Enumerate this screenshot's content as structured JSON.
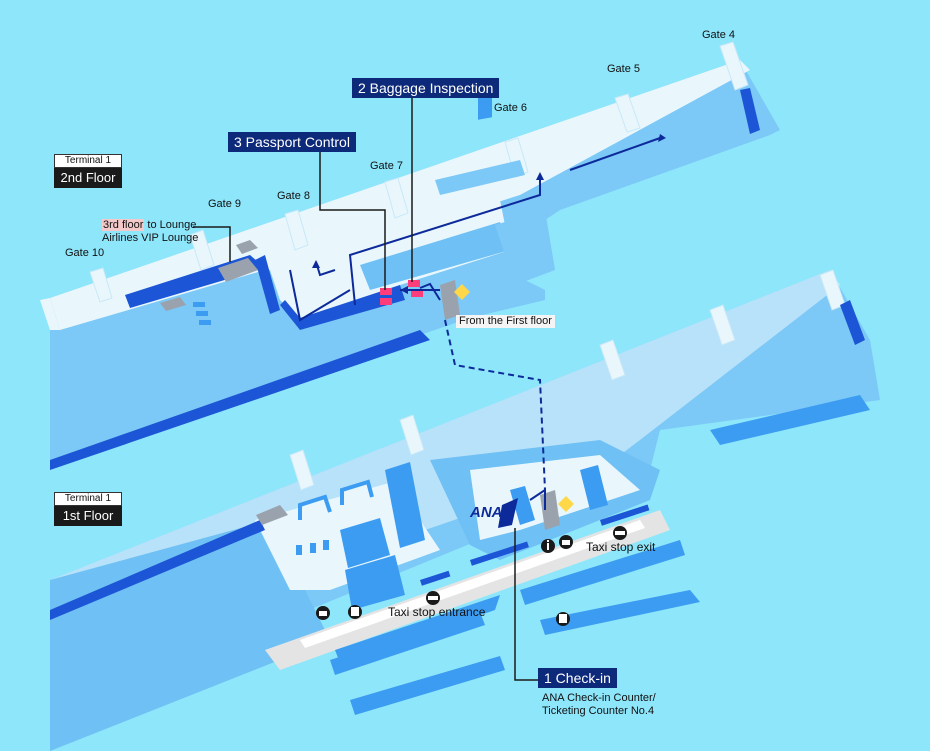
{
  "upper_floor": {
    "building": "Terminal 1",
    "floor": "2nd Floor"
  },
  "lower_floor": {
    "building": "Terminal 1",
    "floor": "1st Floor"
  },
  "gates": [
    "Gate 4",
    "Gate 5",
    "Gate 6",
    "Gate 7",
    "Gate 8",
    "Gate 9",
    "Gate 10"
  ],
  "lounge": {
    "highlight": "3rd floor",
    "rest": " to Lounge",
    "line2": "Airlines VIP Lounge"
  },
  "steps": {
    "step1": "1 Check-in",
    "step2": "2 Baggage Inspection",
    "step3": "3 Passport Control"
  },
  "checkin_detail": [
    "ANA Check-in Counter/",
    "Ticketing Counter No.4"
  ],
  "from_first_floor": "From the First floor",
  "taxi_exit": "Taxi stop exit",
  "taxi_entrance": "Taxi stop entrance",
  "ana_logo": "ANA",
  "icons": [
    "taxi-icon",
    "bus-icon",
    "information-icon",
    "escalator-icon",
    "no-entry-icon",
    "baggage-scanner-icon",
    "passport-booth-icon"
  ],
  "colors": {
    "background": "#8ee6fb",
    "building": "#6fc0f4",
    "dark_edge": "#1c56d6",
    "route": "#0d2a9a",
    "label_bg": "#0d2a7a",
    "scanner": "#ff3d7a"
  }
}
